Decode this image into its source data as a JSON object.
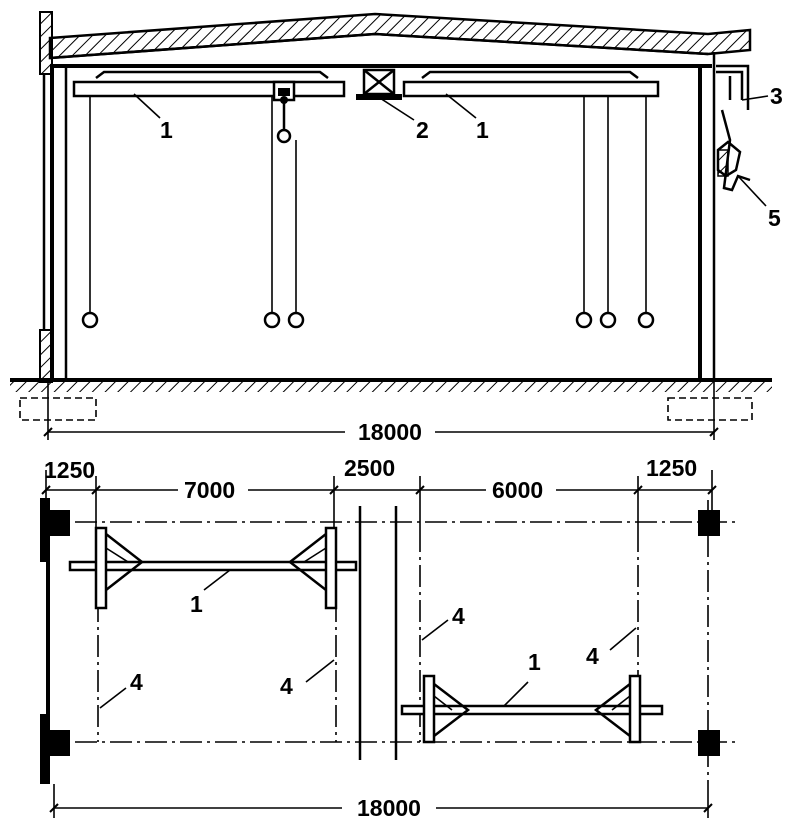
{
  "callouts": {
    "crane_left": "1",
    "crane_right": "1",
    "hoist": "2",
    "wall": "3",
    "window": "5",
    "plan_crane_left": "1",
    "plan_crane_right": "1",
    "plan_rail_1": "4",
    "plan_rail_2": "4",
    "plan_rail_3": "4",
    "plan_rail_4": "4"
  },
  "dimensions": {
    "section_span": "18000",
    "plan_end_left": "1250",
    "plan_bay_left": "7000",
    "plan_gap": "2500",
    "plan_bay_right": "6000",
    "plan_end_right": "1250",
    "plan_span": "18000"
  }
}
